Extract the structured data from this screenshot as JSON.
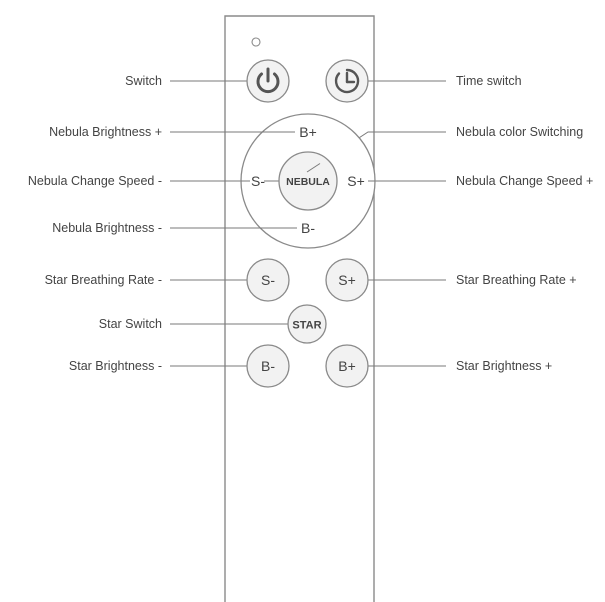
{
  "remote": {
    "buttons": {
      "b_plus": "B+",
      "s_minus": "S-",
      "nebula": "NEBULA",
      "s_plus": "S+",
      "b_minus": "B-",
      "star_s_minus": "S-",
      "star_s_plus": "S+",
      "star": "STAR",
      "star_b_minus": "B-",
      "star_b_plus": "B+"
    }
  },
  "labels": {
    "switch": "Switch",
    "time_switch": "Time switch",
    "nebula_brightness_plus": "Nebula Brightness +",
    "nebula_color_switching": "Nebula color Switching",
    "nebula_speed_minus": "Nebula Change Speed -",
    "nebula_speed_plus": "Nebula Change Speed +",
    "nebula_brightness_minus": "Nebula Brightness -",
    "star_breathing_minus": "Star Breathing Rate -",
    "star_breathing_plus": "Star Breathing Rate +",
    "star_switch": "Star Switch",
    "star_brightness_minus": "Star Brightness -",
    "star_brightness_plus": "Star Brightness +"
  },
  "colors": {
    "line": "#7a7a7a",
    "button_fill": "#f2f2f2",
    "text": "#444444"
  }
}
